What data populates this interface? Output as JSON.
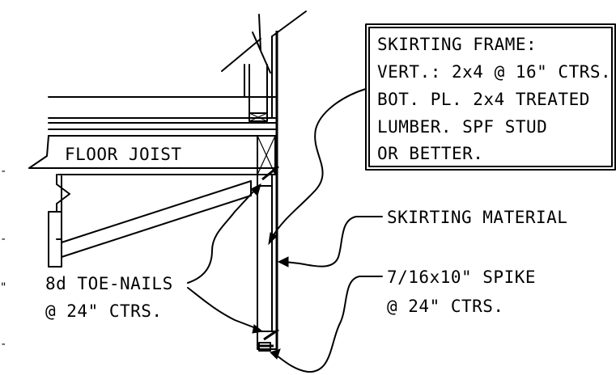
{
  "labels": {
    "floor_joist": "FLOOR JOIST",
    "skirting_frame": [
      "SKIRTING FRAME:",
      "VERT.: 2x4 @ 16\" CTRS.",
      "BOT. PL. 2x4 TREATED",
      "LUMBER.  SPF STUD",
      "OR BETTER."
    ],
    "skirting_material": "SKIRTING MATERIAL",
    "toe_nails": [
      "8d TOE-NAILS",
      "@ 24\" CTRS."
    ],
    "spike": [
      "7/16x10\" SPIKE",
      "@ 24\" CTRS."
    ]
  },
  "edge_marks": [
    "-",
    "-",
    "\"",
    "-"
  ],
  "colors": {
    "ink": "#000000",
    "paper": "#ffffff"
  }
}
